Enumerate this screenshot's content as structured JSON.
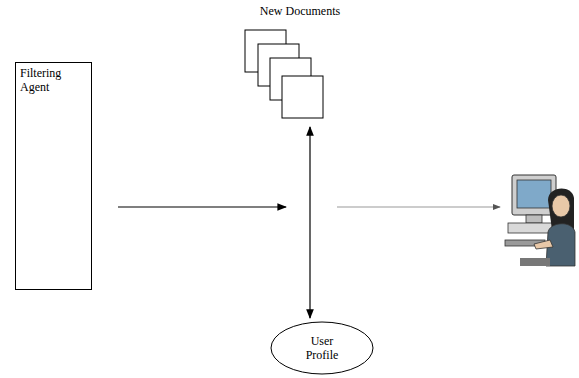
{
  "diagram": {
    "nodes": [
      {
        "text": [
          "Filtering Agent"
        ]
      },
      {
        "text": [
          "New Documents"
        ]
      },
      {
        "text": [
          "User Profile"
        ]
      }
    ],
    "edges": [
      {
        "from": 1,
        "to": 2,
        "arrow": "both"
      }
    ]
  }
}
